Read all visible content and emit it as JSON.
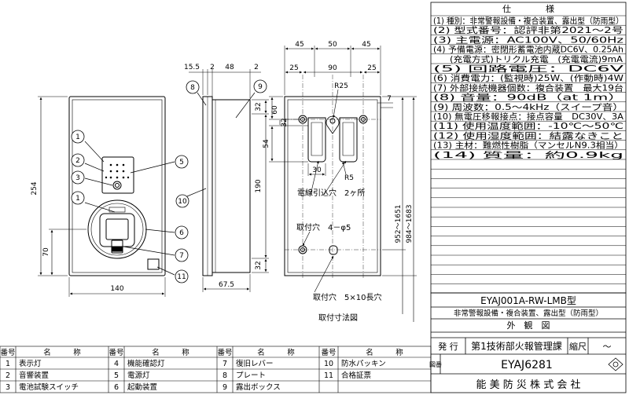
{
  "spec": {
    "header": "仕　　　　様",
    "rows": [
      "(1) 種別：非常警報設備・複合装置、露出型（防雨型）",
      "(2) 型式番号：認評非第2021～2号",
      "(3) 主電源：AC100V、50/60Hz",
      "(4) 予備電源：密閉形蓄電池内蔵DC6V、0.25Ah",
      "(充電方式)トリクル充電　(充電電流)9mA",
      "(5) 回路電圧：DC6V",
      "(6) 消費電力：(監視時)25W、(作動時)4W",
      "(7) 外部接続機器個数：複合装置　最大19台",
      "(8) 音量：90dB（at 1m）",
      "(9) 周波数：0.5～4kHz（スイープ音）",
      "(10) 無電圧移報接点：接点容量　DC30V、3A",
      "(11) 使用温度範囲：-10℃～50℃",
      "(12) 使用湿度範囲：結露なきこと",
      "(13) 主材：難燃性樹脂（マンセルN9.3相当）",
      "(14) 質量：約0.9kg"
    ]
  },
  "title_block": {
    "model": "EYAJ001A-RW-LMB型",
    "subtitle": "非常警報設備・複合装置、露出型（防雨型）",
    "drawing_name": "外　観　図",
    "issue_label": "発 行",
    "department": "第1技術部火報管理課",
    "scale_label": "縮尺",
    "scale_value": "～",
    "drawing_no_label": "図番",
    "drawing_no": "EYAJ6281",
    "company": "能 美 防 災 株 式 会 社"
  },
  "parts": {
    "header_no": "番号",
    "header_name": "名　　　称",
    "items": [
      {
        "no": "1",
        "name": "表示灯"
      },
      {
        "no": "2",
        "name": "音響装置"
      },
      {
        "no": "3",
        "name": "電池試験スイッチ"
      },
      {
        "no": "4",
        "name": "機能確認灯"
      },
      {
        "no": "5",
        "name": "電源灯"
      },
      {
        "no": "6",
        "name": "起動装置"
      },
      {
        "no": "7",
        "name": "復旧レバー"
      },
      {
        "no": "8",
        "name": "プレート"
      },
      {
        "no": "9",
        "name": "露出ボックス"
      },
      {
        "no": "10",
        "name": "防水パッキン"
      },
      {
        "no": "11",
        "name": "合格証票"
      }
    ]
  },
  "dims": {
    "front_height": "254",
    "front_width": "140",
    "front_70": "70",
    "side_15_5": "15.5",
    "side_2": "2",
    "side_48": "48",
    "side_2b": "2",
    "side_32_top": "32",
    "side_190": "190",
    "side_32_bottom": "32",
    "side_67_5": "67.5",
    "rear_45a": "45",
    "rear_50": "50",
    "rear_45b": "45",
    "rear_25a": "25",
    "rear_90": "90",
    "rear_25b": "25",
    "rear_R25": "R25",
    "rear_7": "7",
    "rear_60": "60",
    "rear_32": "32",
    "rear_54": "54",
    "rear_30": "30",
    "rear_R5": "R5",
    "rear_952": "952～1651",
    "rear_984": "984～1683"
  },
  "labels": {
    "wire_hole": "電線引込穴　2ヶ所",
    "mount_hole": "取付穴　4－φ5",
    "mount_slot": "取付穴　5×10長穴",
    "mount_view": "取付寸法図"
  }
}
